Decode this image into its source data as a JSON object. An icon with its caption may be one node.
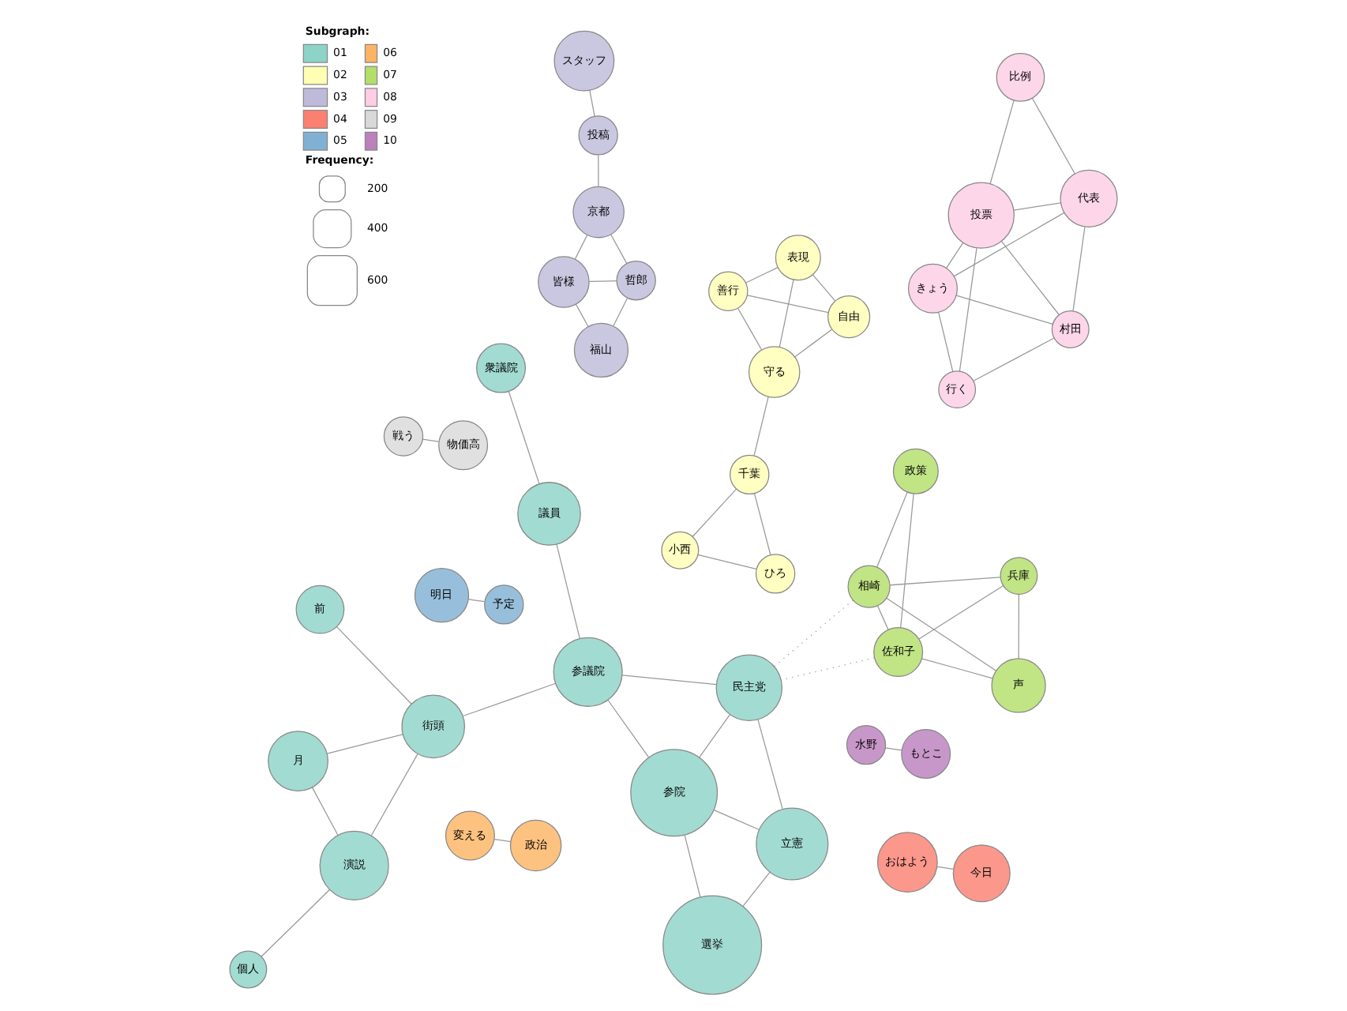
{
  "diagram": {
    "nodes": [
      {
        "text": [
          "善行"
        ]
      },
      {
        "text": [
          "自由"
        ]
      },
      {
        "text": [
          "ひろ"
        ]
      },
      {
        "text": [
          "表現"
        ]
      },
      {
        "text": [
          "守る"
        ]
      },
      {
        "text": [
          "千葉"
        ]
      },
      {
        "text": [
          "小西"
        ]
      },
      {
        "text": [
          "変える"
        ]
      },
      {
        "text": [
          "政治"
        ]
      },
      {
        "text": [
          "個人"
        ]
      },
      {
        "text": [
          "前"
        ]
      },
      {
        "text": [
          "皆様"
        ]
      },
      {
        "text": [
          "演説"
        ]
      },
      {
        "text": [
          "衆議院"
        ]
      },
      {
        "text": [
          "街頭"
        ]
      },
      {
        "text": [
          "月"
        ]
      },
      {
        "text": [
          "行く"
        ]
      },
      {
        "text": [
          "哲郎"
        ]
      },
      {
        "text": [
          "福山"
        ]
      },
      {
        "text": [
          "村田"
        ]
      },
      {
        "text": [
          "京都"
        ]
      },
      {
        "text": [
          "投票"
        ]
      },
      {
        "text": [
          "議員"
        ]
      },
      {
        "text": [
          "きょう"
        ]
      },
      {
        "text": [
          "参議院"
        ]
      },
      {
        "text": [
          "代表"
        ]
      },
      {
        "text": [
          "投稿"
        ]
      },
      {
        "text": [
          "参院"
        ]
      },
      {
        "text": [
          "比例"
        ]
      },
      {
        "text": [
          "選挙"
        ]
      },
      {
        "text": [
          "スタッフ"
        ]
      },
      {
        "text": [
          "立憲"
        ]
      },
      {
        "text": [
          "政策"
        ]
      },
      {
        "text": [
          "民主党"
        ]
      },
      {
        "text": [
          "水野"
        ]
      },
      {
        "text": [
          "おはよう"
        ]
      },
      {
        "text": [
          "今日"
        ]
      },
      {
        "text": [
          "もとこ"
        ]
      },
      {
        "text": [
          "相崎"
        ]
      },
      {
        "text": [
          "佐和子"
        ]
      },
      {
        "text": [
          "明日"
        ]
      },
      {
        "text": [
          "声"
        ]
      },
      {
        "text": [
          "兵庫"
        ]
      },
      {
        "text": [
          "戦う"
        ]
      },
      {
        "text": [
          "予定"
        ]
      },
      {
        "text": [
          "物価高"
        ]
      }
    ],
    "edges": [
      {
        "from": 0,
        "to": 1,
        "arrow": "none"
      },
      {
        "from": 0,
        "to": 3,
        "arrow": "none"
      },
      {
        "from": 0,
        "to": 4,
        "arrow": "none"
      },
      {
        "from": 1,
        "to": 3,
        "arrow": "none"
      },
      {
        "from": 1,
        "to": 4,
        "arrow": "none"
      },
      {
        "from": 3,
        "to": 4,
        "arrow": "none"
      },
      {
        "from": 4,
        "to": 5,
        "arrow": "none"
      },
      {
        "from": 5,
        "to": 2,
        "arrow": "none"
      },
      {
        "from": 5,
        "to": 6,
        "arrow": "none"
      },
      {
        "from": 2,
        "to": 6,
        "arrow": "none"
      },
      {
        "from": 7,
        "to": 8,
        "arrow": "none"
      },
      {
        "from": 11,
        "to": 18,
        "arrow": "none"
      },
      {
        "from": 11,
        "to": 20,
        "arrow": "none"
      },
      {
        "from": 11,
        "to": 17,
        "arrow": "none"
      },
      {
        "from": 18,
        "to": 17,
        "arrow": "none"
      },
      {
        "from": 20,
        "to": 17,
        "arrow": "none"
      },
      {
        "from": 20,
        "to": 26,
        "arrow": "none"
      },
      {
        "from": 26,
        "to": 30,
        "arrow": "none"
      },
      {
        "from": 16,
        "to": 21,
        "arrow": "none"
      },
      {
        "from": 16,
        "to": 19,
        "arrow": "none"
      },
      {
        "from": 16,
        "to": 23,
        "arrow": "none"
      },
      {
        "from": 21,
        "to": 19,
        "arrow": "none"
      },
      {
        "from": 21,
        "to": 23,
        "arrow": "none"
      },
      {
        "from": 21,
        "to": 25,
        "arrow": "none"
      },
      {
        "from": 21,
        "to": 28,
        "arrow": "none"
      },
      {
        "from": 28,
        "to": 25,
        "arrow": "none"
      },
      {
        "from": 19,
        "to": 23,
        "arrow": "none"
      },
      {
        "from": 19,
        "to": 25,
        "arrow": "none"
      },
      {
        "from": 23,
        "to": 25,
        "arrow": "none"
      },
      {
        "from": 9,
        "to": 12,
        "arrow": "none"
      },
      {
        "from": 12,
        "to": 14,
        "arrow": "none"
      },
      {
        "from": 12,
        "to": 15,
        "arrow": "none"
      },
      {
        "from": 10,
        "to": 14,
        "arrow": "none"
      },
      {
        "from": 14,
        "to": 15,
        "arrow": "none"
      },
      {
        "from": 14,
        "to": 24,
        "arrow": "none"
      },
      {
        "from": 13,
        "to": 22,
        "arrow": "none"
      },
      {
        "from": 22,
        "to": 24,
        "arrow": "none"
      },
      {
        "from": 24,
        "to": 27,
        "arrow": "none"
      },
      {
        "from": 24,
        "to": 33,
        "arrow": "none"
      },
      {
        "from": 29,
        "to": 27,
        "arrow": "none"
      },
      {
        "from": 29,
        "to": 31,
        "arrow": "none"
      },
      {
        "from": 27,
        "to": 33,
        "arrow": "none"
      },
      {
        "from": 27,
        "to": 31,
        "arrow": "none"
      },
      {
        "from": 33,
        "to": 31,
        "arrow": "none"
      },
      {
        "from": 32,
        "to": 38,
        "arrow": "none"
      },
      {
        "from": 32,
        "to": 39,
        "arrow": "none"
      },
      {
        "from": 38,
        "to": 39,
        "arrow": "none"
      },
      {
        "from": 38,
        "to": 41,
        "arrow": "none"
      },
      {
        "from": 38,
        "to": 42,
        "arrow": "none"
      },
      {
        "from": 39,
        "to": 41,
        "arrow": "none"
      },
      {
        "from": 39,
        "to": 42,
        "arrow": "none"
      },
      {
        "from": 41,
        "to": 42,
        "arrow": "none"
      },
      {
        "from": 38,
        "to": 33,
        "arrow": "none",
        "style": "dashed"
      },
      {
        "from": 39,
        "to": 33,
        "arrow": "none",
        "style": "dashed"
      },
      {
        "from": 34,
        "to": 37,
        "arrow": "none"
      },
      {
        "from": 36,
        "to": 35,
        "arrow": "none"
      },
      {
        "from": 40,
        "to": 44,
        "arrow": "none"
      },
      {
        "from": 43,
        "to": 45,
        "arrow": "none"
      }
    ],
    "labels": [
      "Subgraph:",
      "Frequency:"
    ],
    "legend": [
      {
        "text": "01",
        "color": "#8dd3c7"
      },
      {
        "text": "02",
        "color": "#ffffb3"
      },
      {
        "text": "03",
        "color": "#bebada"
      },
      {
        "text": "04",
        "color": "#fb8072"
      },
      {
        "text": "05",
        "color": "#80b1d3"
      },
      {
        "text": "06",
        "color": "#fdb462"
      },
      {
        "text": "07",
        "color": "#b3de69"
      },
      {
        "text": "08",
        "color": "#fccde5"
      },
      {
        "text": "09",
        "color": "#d9d9d9"
      },
      {
        "text": "10",
        "color": "#bc80bd"
      },
      {
        "text": "200"
      },
      {
        "text": "400"
      },
      {
        "text": "600"
      }
    ]
  }
}
